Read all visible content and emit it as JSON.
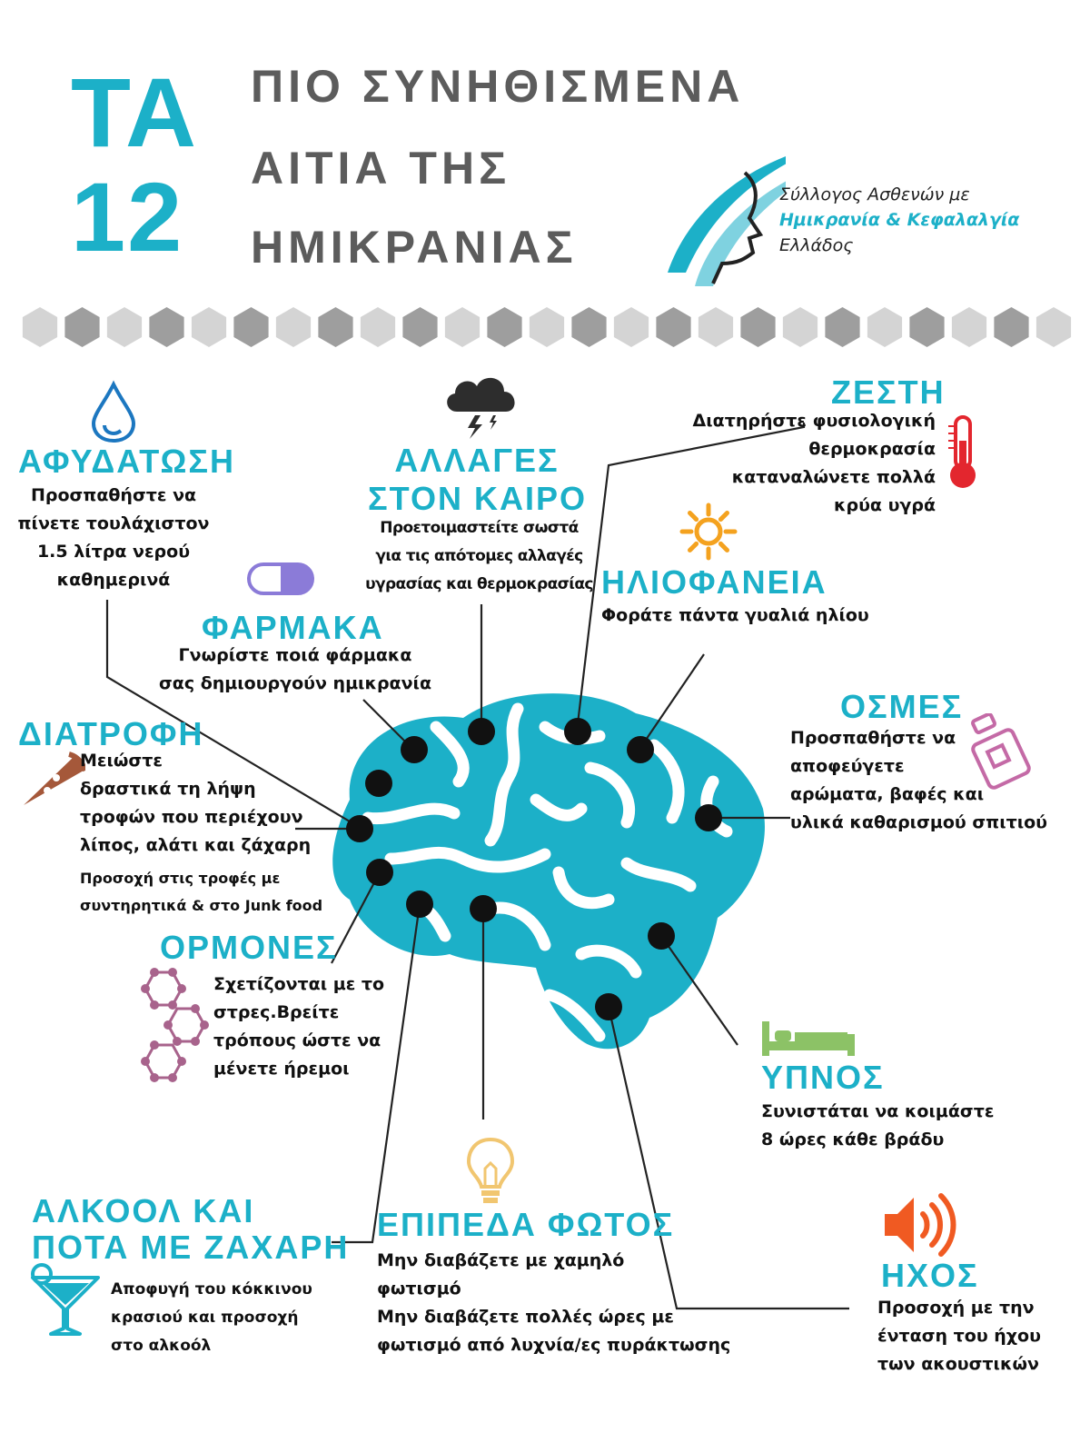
{
  "header": {
    "ta": "ΤΑ",
    "twelve": "12",
    "line1": "ΠΙΟ ΣΥΝΗΘΙΣΜΕΝΑ",
    "line2": "ΑΙΤΙΑ ΤΗΣ",
    "line3": "ΗΜΙΚΡΑΝΙΑΣ"
  },
  "org": {
    "line1": "Σύλλογος Ασθενών με",
    "line2": "Ημικρανία & Κεφαλαλγία",
    "line3": "Ελλάδος"
  },
  "colors": {
    "accent": "#1cb0c8",
    "header_gray": "#5c5c5c",
    "hex_dark": "#9e9e9e",
    "hex_light": "#d4d4d4",
    "dot": "#111111",
    "thermometer": "#e3262e",
    "sun": "#f4a21f",
    "speaker": "#f05a22",
    "bed": "#8cc266",
    "pill": "#8b7bd8",
    "perfume": "#c46aa6",
    "pizza": "#a5583a",
    "molecule": "#a8638c",
    "bulb": "#f1c670"
  },
  "icons": [
    "water-drop-icon",
    "storm-cloud-icon",
    "thermometer-icon",
    "sun-icon",
    "pill-icon",
    "perfume-icon",
    "pizza-icon",
    "molecule-icon",
    "bed-icon",
    "light-bulb-icon",
    "speaker-icon",
    "cocktail-icon"
  ],
  "causes": {
    "dehydration": {
      "title": "ΑΦΥΔΑΤΩΣΗ",
      "lines": [
        "Προσπαθήστε να",
        "πίνετε τουλάχιστον",
        "1.5 λίτρα νερού",
        "καθημερινά"
      ]
    },
    "weather": {
      "title1": "ΑΛΛΑΓΕΣ",
      "title2": "ΣΤΟΝ ΚΑΙΡΟ",
      "lines": [
        "Προετοιμαστείτε σωστά",
        "για τις απότομες αλλαγές",
        "υγρασίας και θερμοκρασίας"
      ]
    },
    "heat": {
      "title": "ΖΕΣΤΗ",
      "lines": [
        "Διατηρήστε φυσιολογική",
        "θερμοκρασία",
        "καταναλώνετε πολλά",
        "κρύα υγρά"
      ]
    },
    "sunshine": {
      "title": "ΗΛΙΟΦΑΝΕΙΑ",
      "lines": [
        "Φοράτε πάντα γυαλιά ηλίου"
      ]
    },
    "medication": {
      "title": "ΦΑΡΜΑΚΑ",
      "lines": [
        "Γνωρίστε ποιά φάρμακα",
        "σας δημιουργούν ημικρανία"
      ]
    },
    "smells": {
      "title": "ΟΣΜΕΣ",
      "lines": [
        "Προσπαθήστε να",
        "αποφεύγετε",
        "αρώματα, βαφές και",
        "υλικά καθαρισμού σπιτιού"
      ]
    },
    "diet": {
      "title": "ΔΙΑΤΡΟΦΗ",
      "lines": [
        "Μειώστε",
        "δραστικά τη λήψη",
        "τροφών που περιέχουν",
        "λίπος, αλάτι και ζάχαρη"
      ],
      "note": [
        "Προσοχή στις τροφές με",
        "συντηρητικά & στο Junk food"
      ]
    },
    "hormones": {
      "title": "ΟΡΜΟΝΕΣ",
      "lines": [
        "Σχετίζονται με το",
        "στρες.Βρείτε",
        "τρόπους ώστε να",
        "μένετε ήρεμοι"
      ]
    },
    "sleep": {
      "title": "ΥΠΝΟΣ",
      "lines": [
        "Συνιστάται να κοιμάστε",
        "8 ώρες κάθε βράδυ"
      ]
    },
    "alcohol": {
      "title1": "ΑΛΚΟΟΛ ΚΑΙ",
      "title2": "ΠΟΤΑ ΜΕ ΖΑΧΑΡΗ",
      "lines": [
        "Αποφυγή του κόκκινου",
        "κρασιού και προσοχή",
        "στο αλκοόλ"
      ]
    },
    "light": {
      "title": "ΕΠΙΠΕΔΑ ΦΩΤΟΣ",
      "lines": [
        "Μην διαβάζετε με χαμηλό",
        "φωτισμό",
        "Μην διαβάζετε πολλές ώρες με",
        "φωτισμό από λυχνία/ες πυράκτωσης"
      ]
    },
    "sound": {
      "title": "ΗΧΟΣ",
      "lines": [
        "Προσοχή με την",
        "ένταση του ήχου",
        "των ακουστικών"
      ]
    }
  }
}
